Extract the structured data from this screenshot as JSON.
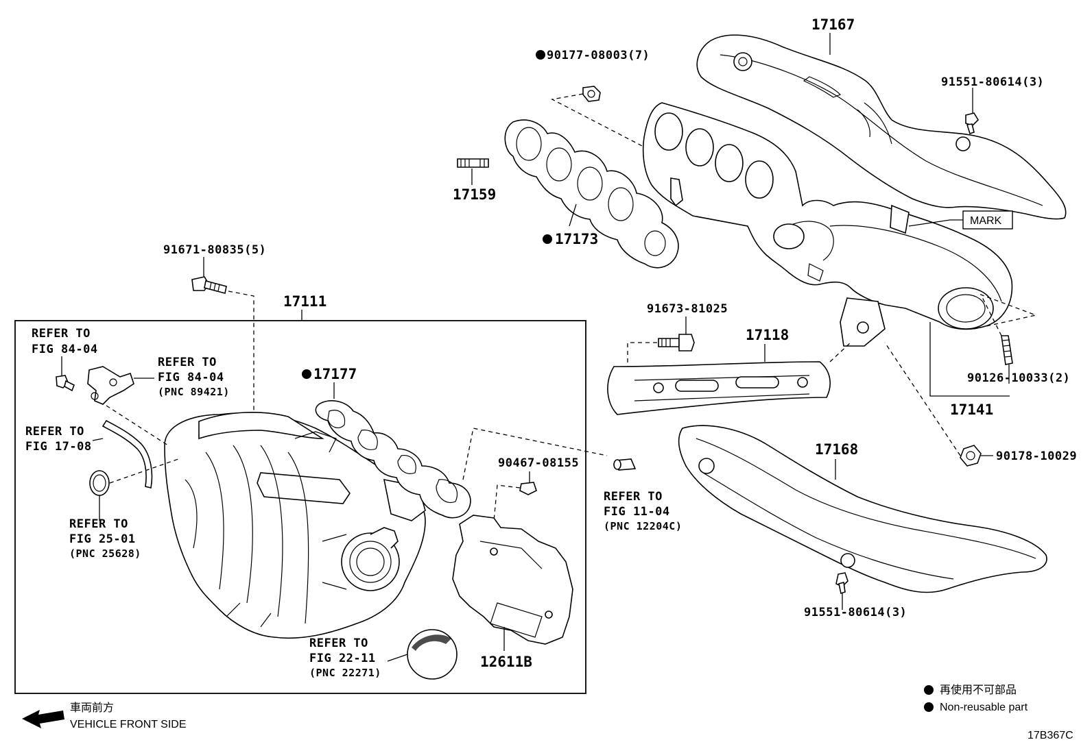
{
  "diagram_code": "17B367C",
  "legend": {
    "symbol": "●",
    "japanese": "再使用不可部品",
    "english": "Non-reusable part"
  },
  "direction": {
    "japanese": "車両前方",
    "english": "VEHICLE FRONT SIDE"
  },
  "mark_label": "MARK",
  "parts": {
    "p17167": "17167",
    "p90177": "90177-08003(7)",
    "p91551a": "91551-80614(3)",
    "p17159": "17159",
    "p17173": "17173",
    "p91671": "91671-80835(5)",
    "p17111": "17111",
    "p91673": "91673-81025",
    "p17118": "17118",
    "p90126": "90126-10033(2)",
    "p17141": "17141",
    "p90178": "90178-10029",
    "p17168": "17168",
    "p17177": "17177",
    "p90467": "90467-08155",
    "p12611": "12611B",
    "p91551b": "91551-80614(3)"
  },
  "refs": {
    "r1_a": "REFER TO",
    "r1_b": "FIG 84-04",
    "r2_a": "REFER TO",
    "r2_b": "FIG 84-04",
    "r2_c": "(PNC 89421)",
    "r3_a": "REFER TO",
    "r3_b": "FIG 17-08",
    "r4_a": "REFER TO",
    "r4_b": "FIG 25-01",
    "r4_c": "(PNC 25628)",
    "r5_a": "REFER TO",
    "r5_b": "FIG 11-04",
    "r5_c": "(PNC 12204C)",
    "r6_a": "REFER TO",
    "r6_b": "FIG 22-11",
    "r6_c": "(PNC 22271)"
  }
}
